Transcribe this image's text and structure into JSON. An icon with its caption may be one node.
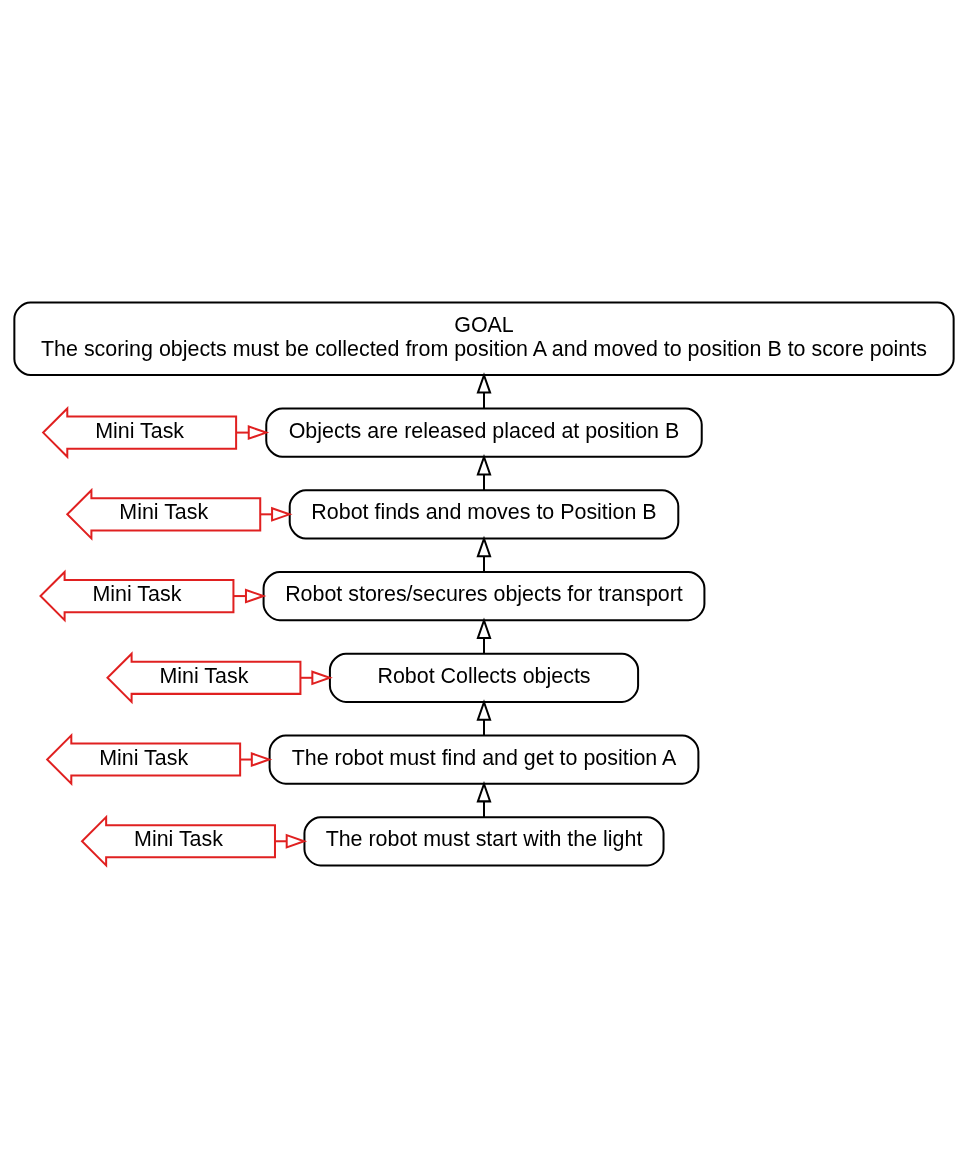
{
  "diagram": {
    "nodes": [
      {
        "text": [
          "GOAL",
          "The scoring objects must be collected from position A and moved to position B to score points"
        ]
      },
      {
        "text": [
          "Objects are released placed at position B"
        ]
      },
      {
        "text": [
          "Mini Task"
        ]
      },
      {
        "text": [
          "Robot finds and moves to Position B"
        ]
      },
      {
        "text": [
          "Mini Task"
        ]
      },
      {
        "text": [
          "Robot stores/secures objects for transport"
        ]
      },
      {
        "text": [
          "Mini Task"
        ]
      },
      {
        "text": [
          "Robot Collects objects"
        ]
      },
      {
        "text": [
          "Mini Task"
        ]
      },
      {
        "text": [
          "The robot must find and get to position A"
        ]
      },
      {
        "text": [
          "Mini Task"
        ]
      },
      {
        "text": [
          "The robot must start with the light"
        ]
      },
      {
        "text": [
          "Mini Task"
        ]
      }
    ],
    "edges": [
      {
        "from": 11,
        "to": 9,
        "arrow": "to"
      },
      {
        "from": 9,
        "to": 7,
        "arrow": "to"
      },
      {
        "from": 7,
        "to": 5,
        "arrow": "to"
      },
      {
        "from": 5,
        "to": 3,
        "arrow": "to"
      },
      {
        "from": 3,
        "to": 1,
        "arrow": "to"
      },
      {
        "from": 1,
        "to": 0,
        "arrow": "to"
      },
      {
        "from": 2,
        "to": 1,
        "arrow": "to",
        "color": "#e02020"
      },
      {
        "from": 4,
        "to": 3,
        "arrow": "to",
        "color": "#e02020"
      },
      {
        "from": 6,
        "to": 5,
        "arrow": "to",
        "color": "#e02020"
      },
      {
        "from": 8,
        "to": 7,
        "arrow": "to",
        "color": "#e02020"
      },
      {
        "from": 10,
        "to": 9,
        "arrow": "to",
        "color": "#e02020"
      },
      {
        "from": 12,
        "to": 11,
        "arrow": "to",
        "color": "#e02020"
      }
    ]
  }
}
